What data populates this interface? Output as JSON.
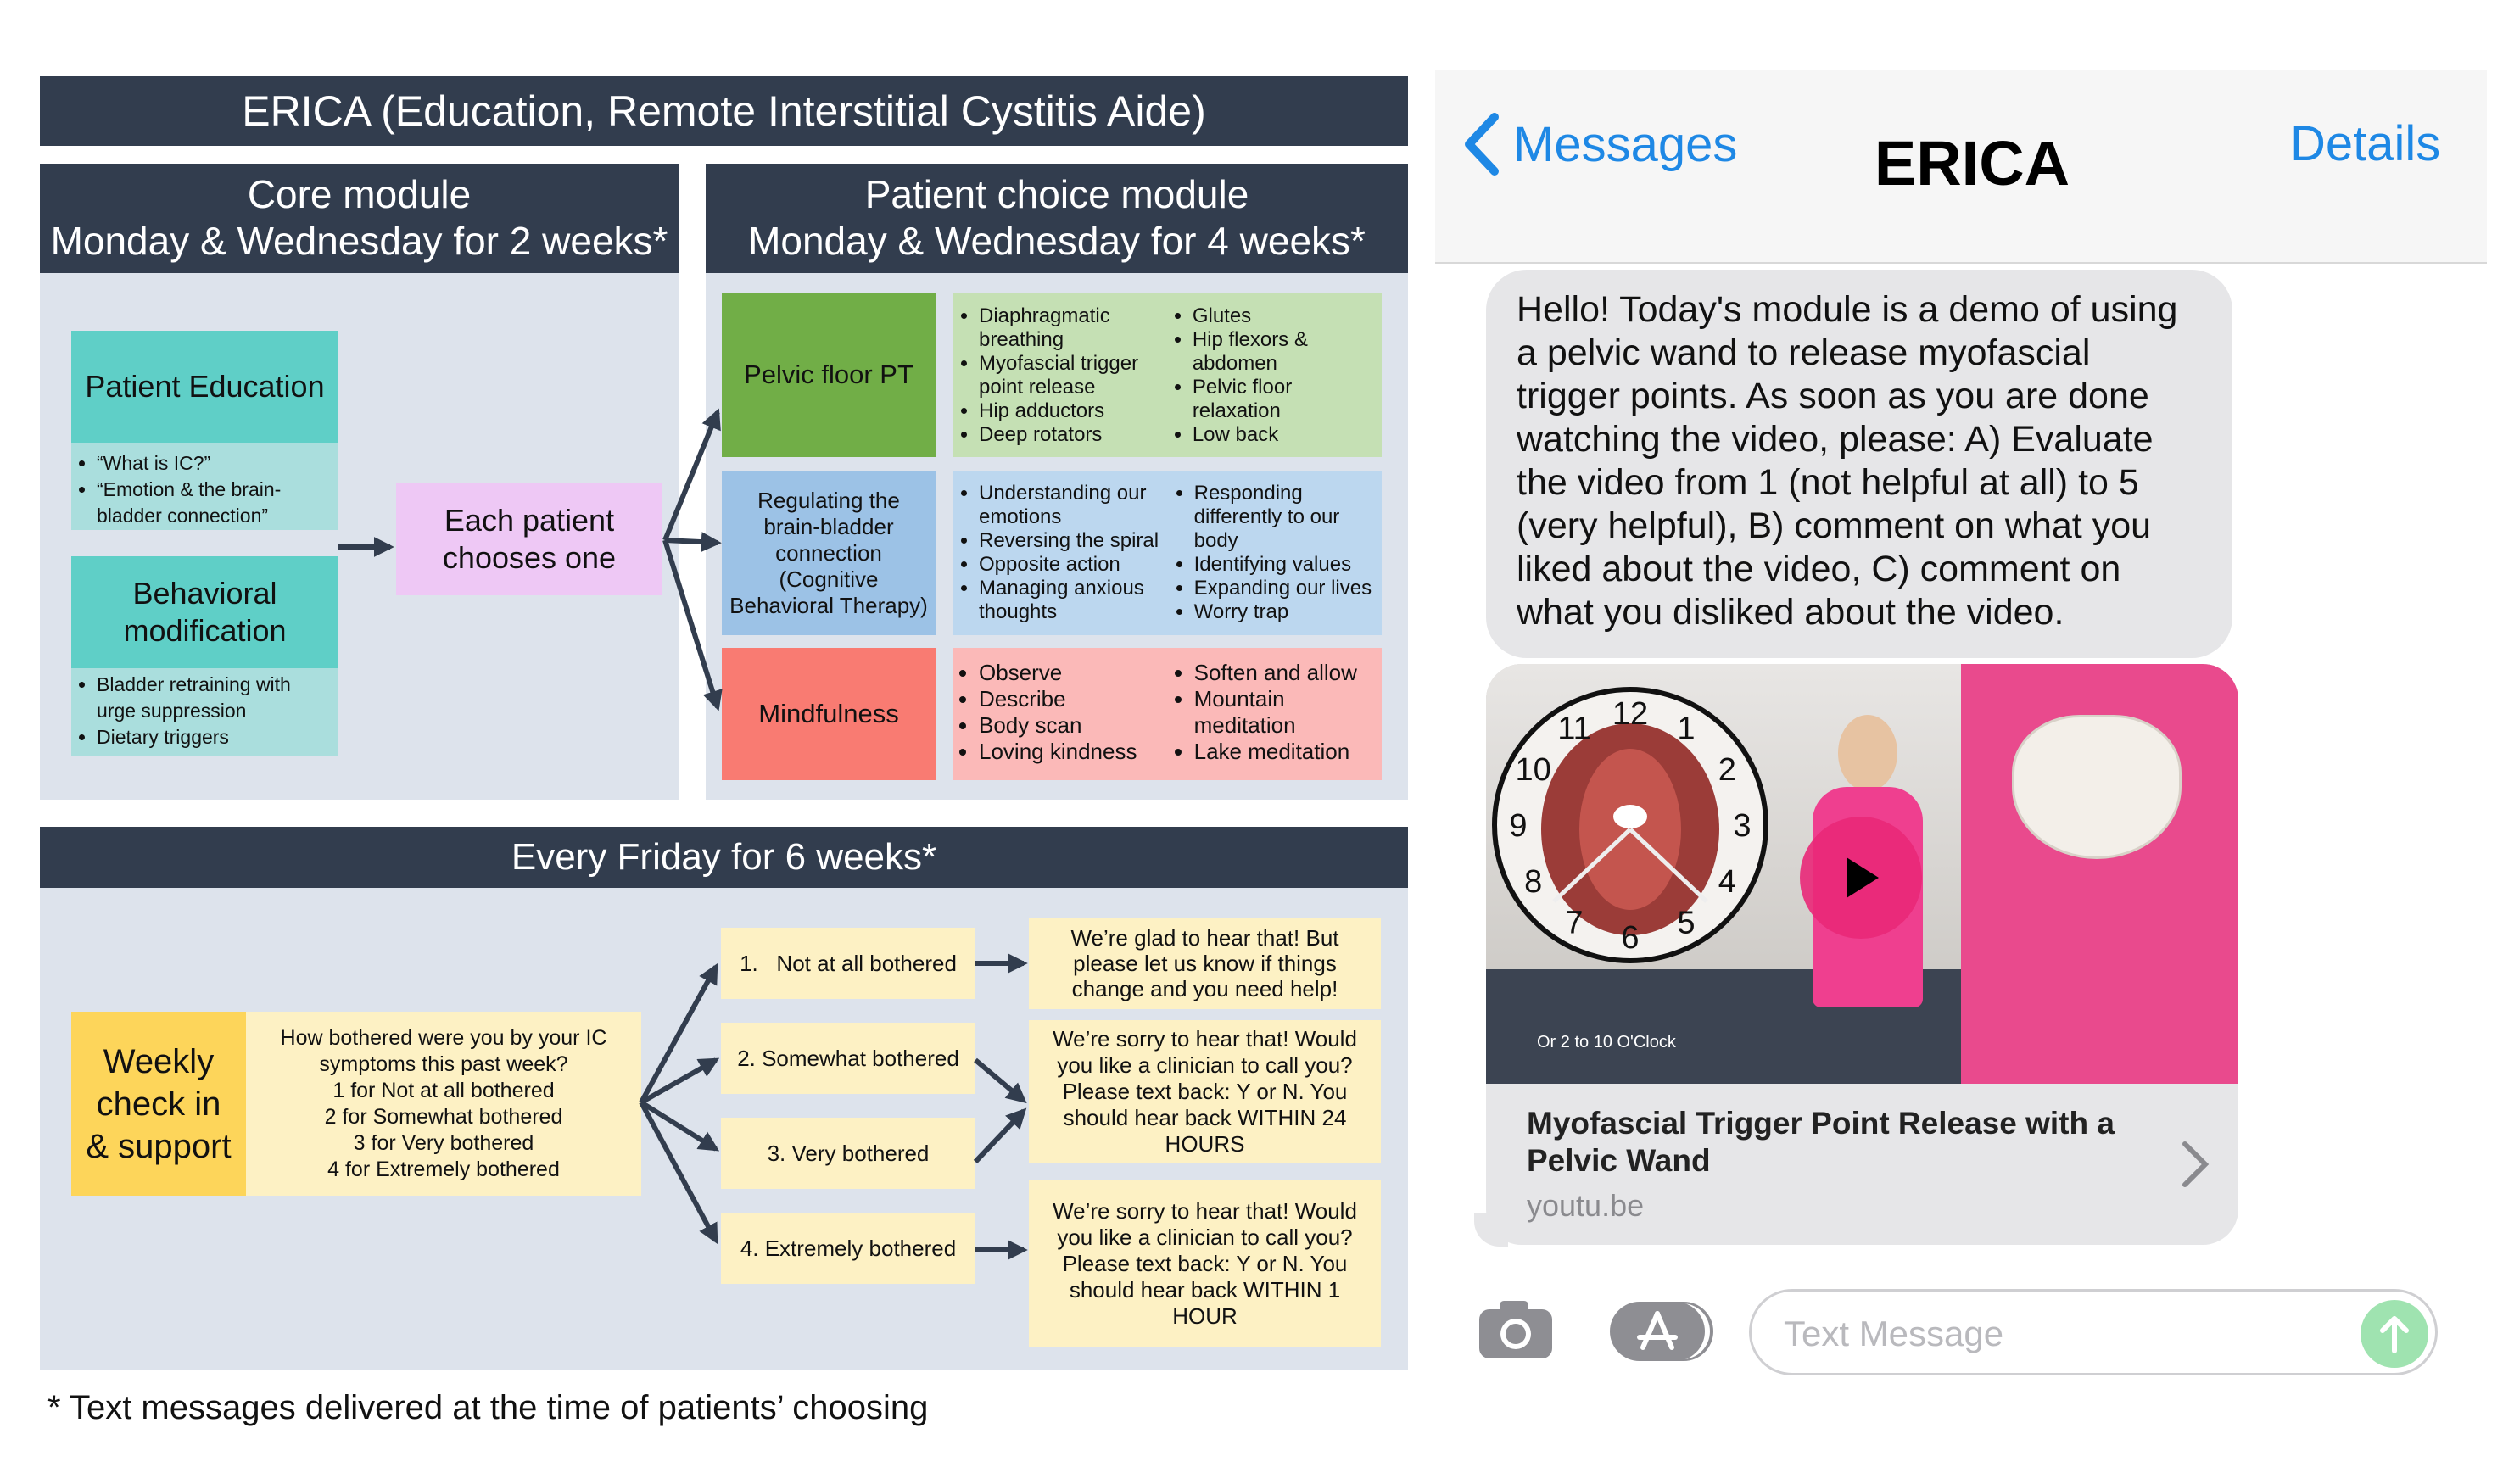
{
  "diagram": {
    "title": "ERICA (Education, Remote Interstitial Cystitis Aide)",
    "core": {
      "header_line1": "Core module",
      "header_line2": "Monday & Wednesday for 2 weeks*",
      "patient_education": {
        "title": "Patient Education",
        "bullets": [
          "“What is IC?”",
          "“Emotion & the brain-bladder connection”"
        ]
      },
      "behavioral": {
        "title": "Behavioral modification",
        "bullets": [
          "Bladder retraining with urge suppression",
          "Dietary triggers"
        ]
      },
      "choose": "Each patient chooses one"
    },
    "choice": {
      "header_line1": "Patient choice module",
      "header_line2": "Monday & Wednesday for 4 weeks*",
      "rows": [
        {
          "label": "Pelvic floor PT",
          "left": [
            "Diaphragmatic breathing",
            "Myofascial trigger point release",
            "Hip adductors",
            "Deep rotators"
          ],
          "right": [
            "Glutes",
            "Hip flexors & abdomen",
            "Pelvic floor relaxation",
            "Low back"
          ]
        },
        {
          "label": "Regulating the brain-bladder connection (Cognitive Behavioral Therapy)",
          "left": [
            "Understanding our emotions",
            "Reversing the spiral",
            "Opposite action",
            "Managing anxious thoughts"
          ],
          "right": [
            "Responding differently to our body",
            "Identifying values",
            "Expanding our lives",
            "Worry trap"
          ]
        },
        {
          "label": "Mindfulness",
          "left": [
            "Observe",
            "Describe",
            "Body scan",
            "Loving kindness"
          ],
          "right": [
            "Soften and allow",
            "Mountain meditation",
            "Lake meditation"
          ]
        }
      ]
    },
    "friday": {
      "header": "Every Friday for 6 weeks*",
      "weekly": "Weekly check in & support",
      "question": [
        "How bothered were you by your IC symptoms this past week?",
        "1 for Not at all bothered",
        "2 for Somewhat bothered",
        "3 for Very bothered",
        "4 for Extremely bothered"
      ],
      "options": [
        "1.   Not at all bothered",
        "2. Somewhat bothered",
        "3. Very bothered",
        "4. Extremely bothered"
      ],
      "responses": [
        "We’re glad to hear that! But please let us know if things change and you need help!",
        "We’re sorry to hear that! Would you like a clinician to call you? Please text back: Y or N. You should hear back WITHIN 24 HOURS",
        "We’re sorry to hear that! Would you like a clinician to call you? Please text back: Y or N. You should hear back WITHIN 1 HOUR"
      ]
    },
    "footnote": "* Text messages delivered at the time of patients’ choosing"
  },
  "phone": {
    "back_label": "Messages",
    "contact": "ERICA",
    "details": "Details",
    "message": "Hello! Today's module is a demo of using a pelvic wand to release myofascial trigger points. As soon as you are done watching the video, please: A) Evaluate the video from 1 (not helpful at all) to 5 (very helpful), B) comment on what you liked about the video, C) comment on what you disliked about the video.",
    "video_caption": "Or 2 to 10 O'Clock",
    "clock_numbers": [
      "12",
      "1",
      "2",
      "3",
      "4",
      "5",
      "6",
      "7",
      "8",
      "9",
      "10",
      "11"
    ],
    "link_title": "Myofascial Trigger Point Release with a Pelvic Wand",
    "link_domain": "youtu.be",
    "input_placeholder": "Text Message",
    "accent": "#1e88e5",
    "send_color": "#9fe3b0"
  },
  "colors": {
    "navy": "#323d4e",
    "panel": "#dde3ec",
    "teal": "#5fcfc7",
    "teal_light": "#aadedd",
    "lavender": "#eec8f5",
    "green": "#71ae47",
    "green_light": "#c5e0b4",
    "blue": "#9cc2e6",
    "blue_light": "#bcd7ef",
    "red": "#f97b72",
    "red_light": "#fbb9b8",
    "gold": "#fdd55a",
    "cream": "#fdf1c4"
  }
}
